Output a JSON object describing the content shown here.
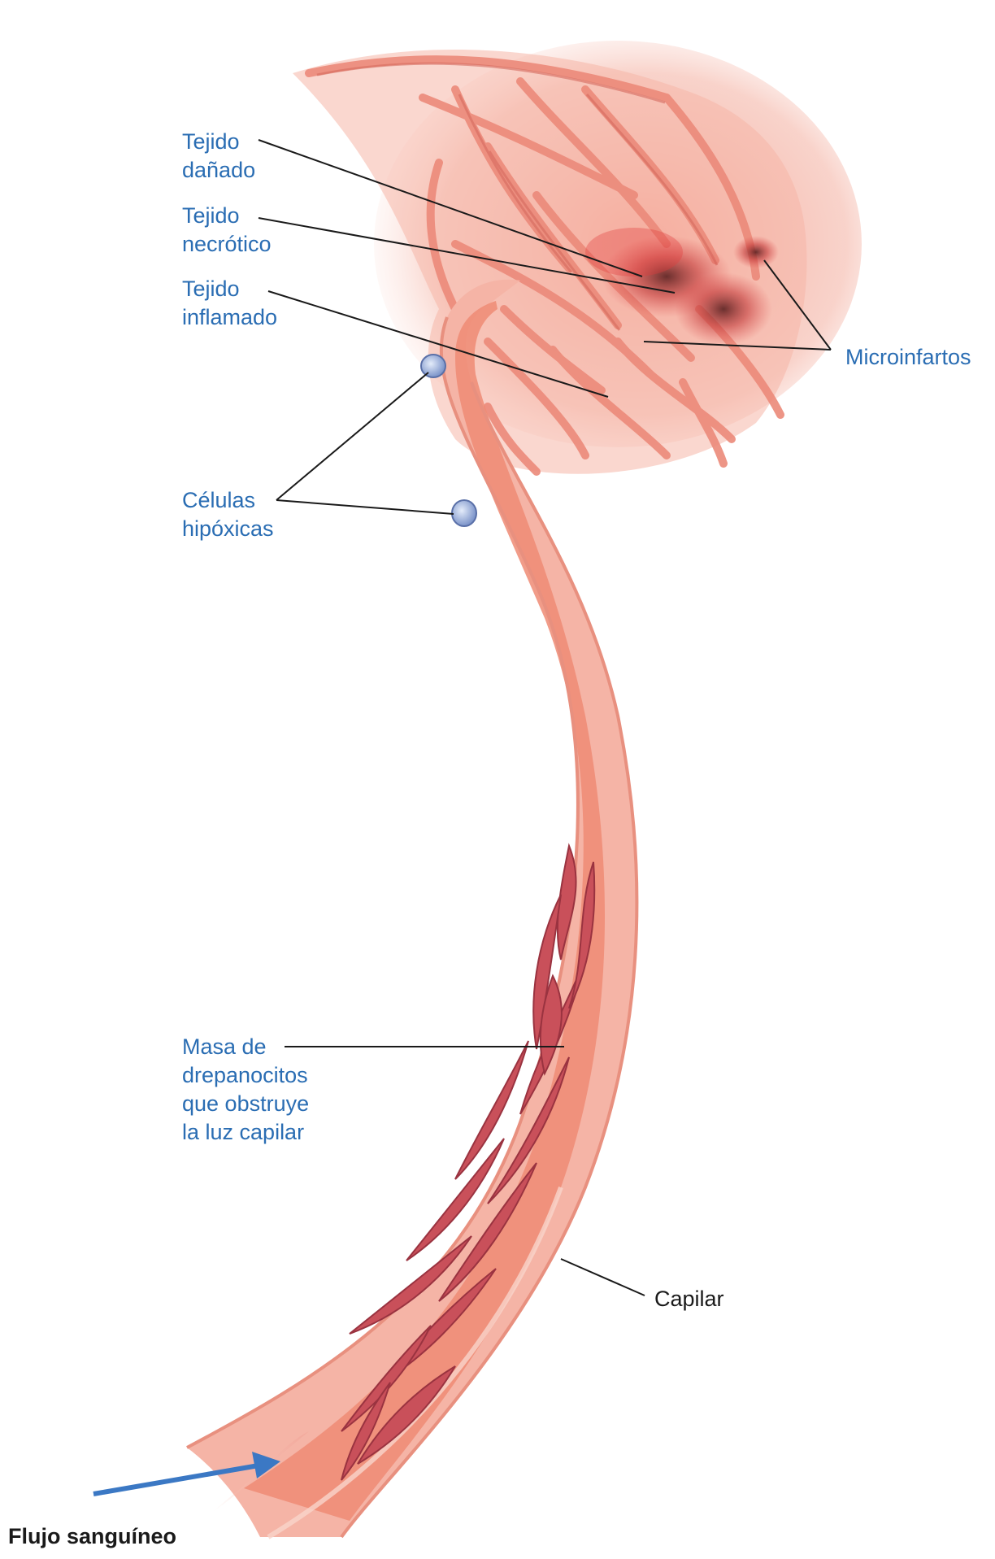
{
  "colors": {
    "label_blue": "#2a6db3",
    "label_black": "#1a1a1a",
    "arrow_blue": "#3b78c4",
    "vessel_pink": "#f2a79a",
    "vessel_lumen": "#ee8a72",
    "sickle_cells": "#c9505a"
  },
  "labels": {
    "damaged": "Tejido\ndañado",
    "necrotic": "Tejido\nnecrótico",
    "inflamed": "Tejido\ninflamado",
    "microinfarcts": "Microinfartos",
    "hypoxic": "Células\nhipóxicas",
    "sickle_mass": "Masa de\ndrepanocitos\nque obstruye\nla luz capilar",
    "capillary": "Capilar",
    "blood_flow": "Flujo sanguíneo"
  }
}
